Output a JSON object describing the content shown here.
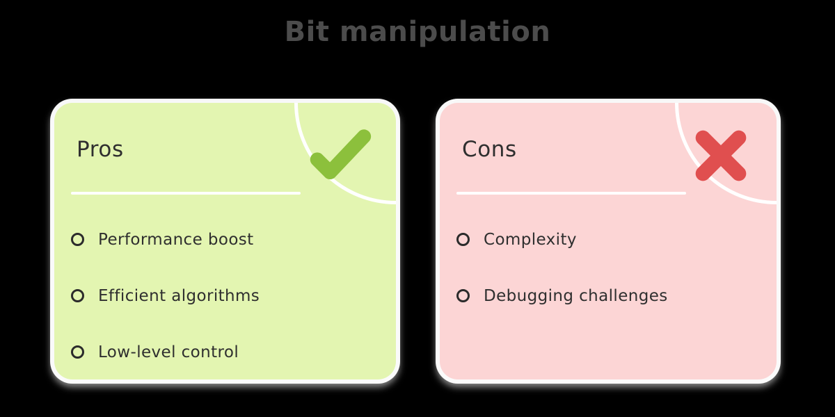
{
  "page": {
    "title": "Bit manipulation",
    "background_color": "#000000",
    "title_color": "#4c4c4c"
  },
  "cards": [
    {
      "id": "pros",
      "heading": "Pros",
      "background_color": "#e3f5b1",
      "icon": "check-icon",
      "icon_color": "#8cc03c",
      "arc_color": "#ffffff",
      "divider_color": "#ffffff",
      "items": [
        {
          "label": "Performance boost"
        },
        {
          "label": "Efficient algorithms"
        },
        {
          "label": "Low-level control"
        }
      ]
    },
    {
      "id": "cons",
      "heading": "Cons",
      "background_color": "#fcd5d5",
      "icon": "cross-icon",
      "icon_color": "#e04f4f",
      "arc_color": "#ffffff",
      "divider_color": "#ffffff",
      "items": [
        {
          "label": "Complexity"
        },
        {
          "label": "Debugging challenges"
        }
      ]
    }
  ]
}
